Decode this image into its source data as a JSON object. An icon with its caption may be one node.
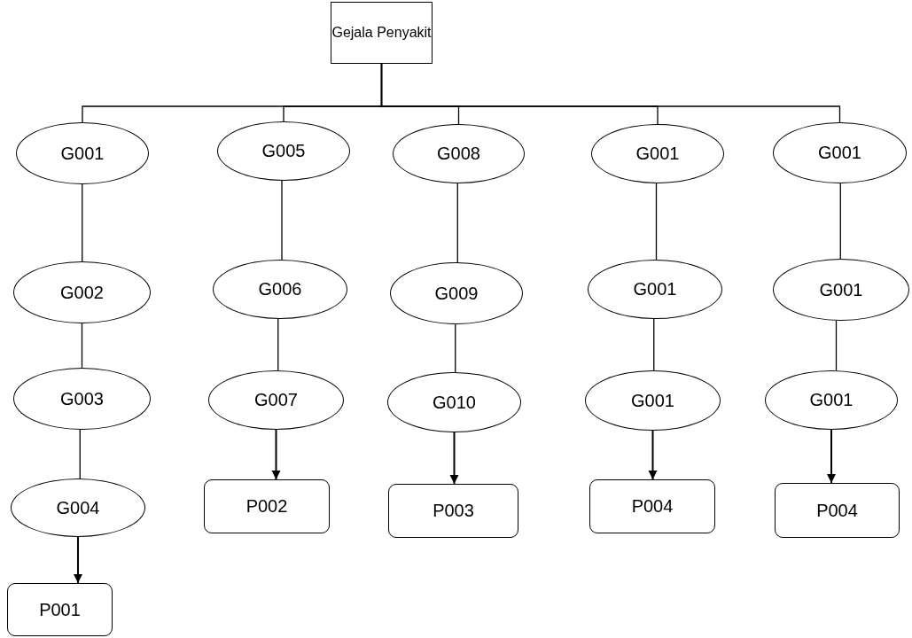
{
  "diagram": {
    "nodes": [
      {
        "text": [
          "Gejala Penyakit"
        ]
      },
      {
        "text": [
          "G001"
        ]
      },
      {
        "text": [
          "G002"
        ]
      },
      {
        "text": [
          "G003"
        ]
      },
      {
        "text": [
          "G004"
        ]
      },
      {
        "text": [
          "P001"
        ]
      },
      {
        "text": [
          "G005"
        ]
      },
      {
        "text": [
          "G006"
        ]
      },
      {
        "text": [
          "G007"
        ]
      },
      {
        "text": [
          "P002"
        ]
      },
      {
        "text": [
          "G008"
        ]
      },
      {
        "text": [
          "G009"
        ]
      },
      {
        "text": [
          "G010"
        ]
      },
      {
        "text": [
          "P003"
        ]
      },
      {
        "text": [
          "G001"
        ]
      },
      {
        "text": [
          "G001"
        ]
      },
      {
        "text": [
          "G001"
        ]
      },
      {
        "text": [
          "P004"
        ]
      },
      {
        "text": [
          "G001"
        ]
      },
      {
        "text": [
          "G001"
        ]
      },
      {
        "text": [
          "G001"
        ]
      },
      {
        "text": [
          "P004"
        ]
      }
    ],
    "edges": [
      {
        "from": 0,
        "to": 1,
        "arrow": "none"
      },
      {
        "from": 0,
        "to": 6,
        "arrow": "none"
      },
      {
        "from": 0,
        "to": 10,
        "arrow": "none"
      },
      {
        "from": 0,
        "to": 14,
        "arrow": "none"
      },
      {
        "from": 0,
        "to": 18,
        "arrow": "none"
      },
      {
        "from": 1,
        "to": 2,
        "arrow": "none"
      },
      {
        "from": 2,
        "to": 3,
        "arrow": "none"
      },
      {
        "from": 3,
        "to": 4,
        "arrow": "none"
      },
      {
        "from": 4,
        "to": 5,
        "arrow": "to"
      },
      {
        "from": 6,
        "to": 7,
        "arrow": "none"
      },
      {
        "from": 7,
        "to": 8,
        "arrow": "none"
      },
      {
        "from": 8,
        "to": 9,
        "arrow": "to"
      },
      {
        "from": 10,
        "to": 11,
        "arrow": "none"
      },
      {
        "from": 11,
        "to": 12,
        "arrow": "none"
      },
      {
        "from": 12,
        "to": 13,
        "arrow": "to"
      },
      {
        "from": 14,
        "to": 15,
        "arrow": "none"
      },
      {
        "from": 15,
        "to": 16,
        "arrow": "none"
      },
      {
        "from": 16,
        "to": 17,
        "arrow": "to"
      },
      {
        "from": 18,
        "to": 19,
        "arrow": "none"
      },
      {
        "from": 19,
        "to": 20,
        "arrow": "none"
      },
      {
        "from": 20,
        "to": 21,
        "arrow": "to"
      }
    ]
  }
}
